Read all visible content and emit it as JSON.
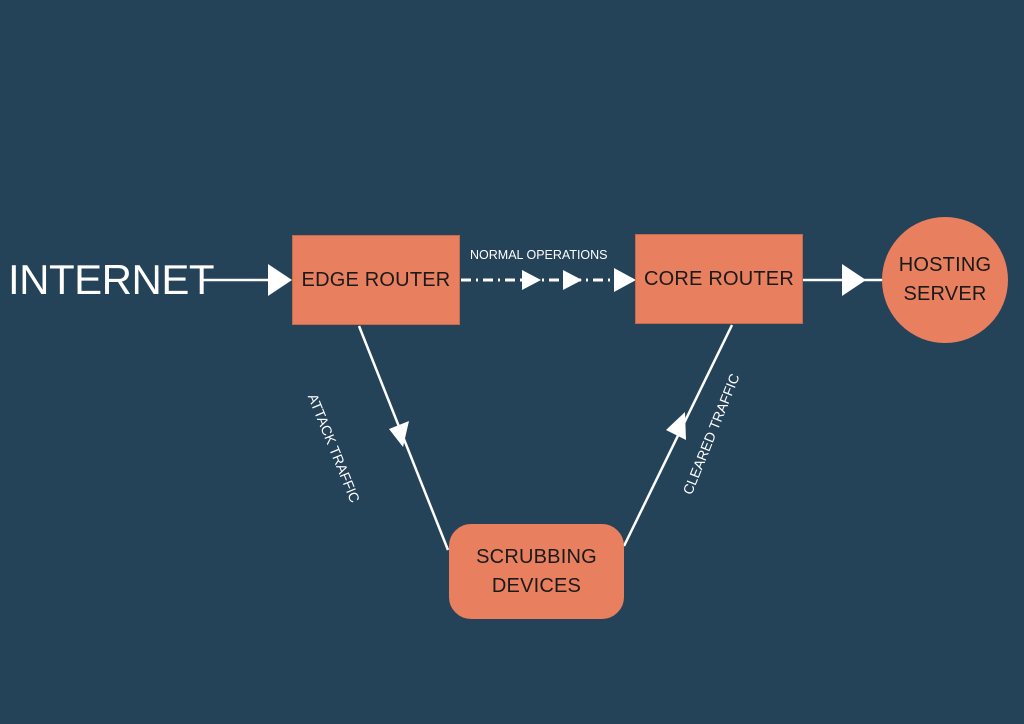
{
  "diagram": {
    "internet": "INTERNET",
    "edge_router": "EDGE ROUTER",
    "core_router": "CORE ROUTER",
    "hosting_server": [
      "HOSTING",
      "SERVER"
    ],
    "scrubbing_devices": [
      "SCRUBBING",
      "DEVICES"
    ],
    "normal_operations": "NORMAL OPERATIONS",
    "attack_traffic": "ATTACK TRAFFIC",
    "cleared_traffic": "CLEARED TRAFFIC"
  },
  "colors": {
    "background": "#244258",
    "node_fill": "#e8805f",
    "line": "#ffffff",
    "text_dark": "#1a1a1a"
  }
}
